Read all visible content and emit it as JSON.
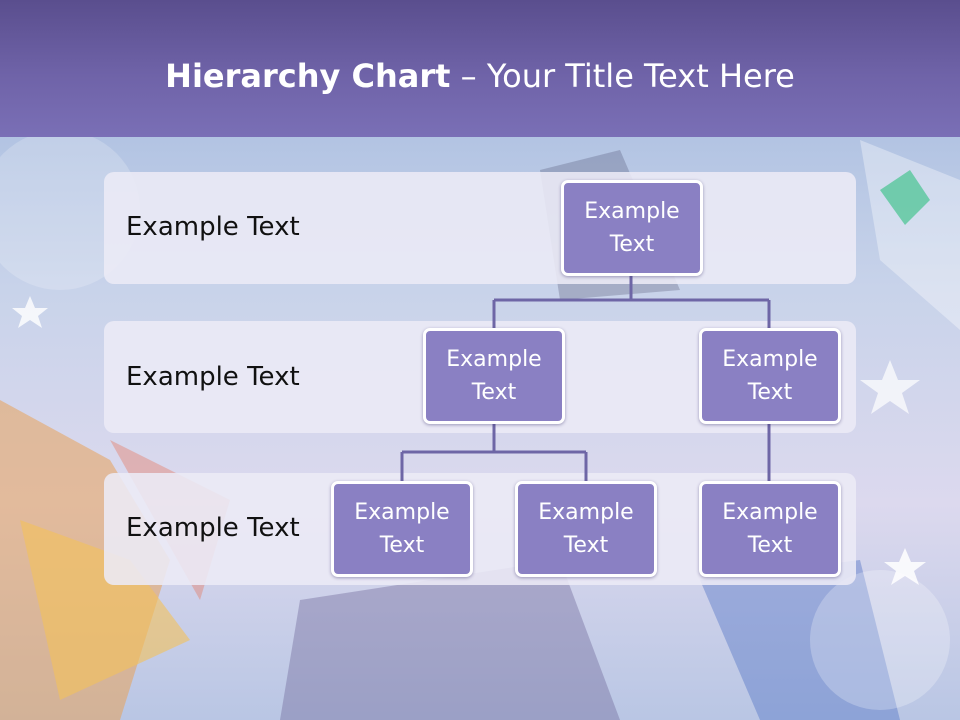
{
  "slide": {
    "title_bold": "Hierarchy Chart",
    "title_rest": " – Your Title Text Here"
  },
  "levels": [
    {
      "label": "Example Text"
    },
    {
      "label": "Example Text"
    },
    {
      "label": "Example Text"
    }
  ],
  "nodes": {
    "root": {
      "line1": "Example",
      "line2": "Text"
    },
    "mid_left": {
      "line1": "Example",
      "line2": "Text"
    },
    "mid_right": {
      "line1": "Example",
      "line2": "Text"
    },
    "bottom_1": {
      "line1": "Example",
      "line2": "Text"
    },
    "bottom_2": {
      "line1": "Example",
      "line2": "Text"
    },
    "bottom_3": {
      "line1": "Example",
      "line2": "Text"
    }
  },
  "colors": {
    "title_bar": "#6f63a8",
    "node_fill": "#8a80c3",
    "connector": "#6e66a6",
    "band": "#eceaf6"
  }
}
